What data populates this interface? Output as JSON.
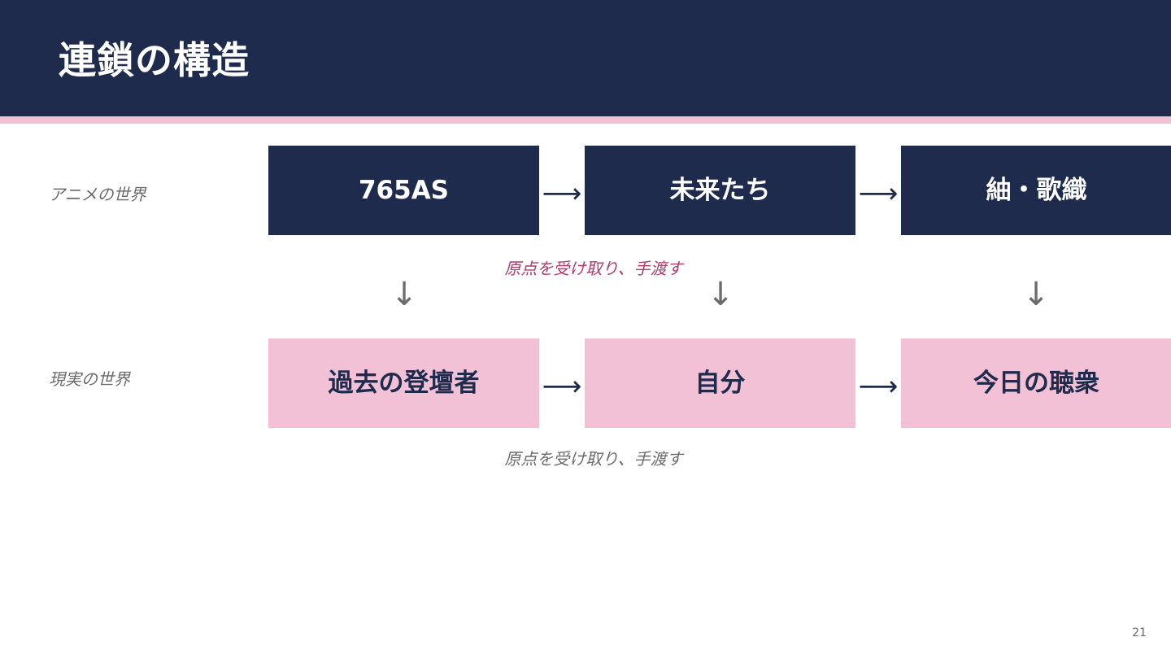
{
  "slide": {
    "title": "連鎖の構造",
    "page_number": "21"
  },
  "rows": {
    "anime_label": "アニメの世界",
    "real_label": "現実の世界"
  },
  "anime_boxes": [
    "765AS",
    "未来たち",
    "紬・歌織"
  ],
  "real_boxes": [
    "過去の登壇者",
    "自分",
    "今日の聴衆"
  ],
  "arrows": {
    "horizontal": "⟶",
    "vertical": "↓"
  },
  "notes": {
    "anime_note": "原点を受け取り、手渡す",
    "real_note": "原点を受け取り、手渡す"
  },
  "colors": {
    "navy": "#1e2b4d",
    "pink": "#f2c1d6",
    "accent_text": "#b03a6e",
    "gray_text": "#6b6b6b"
  }
}
